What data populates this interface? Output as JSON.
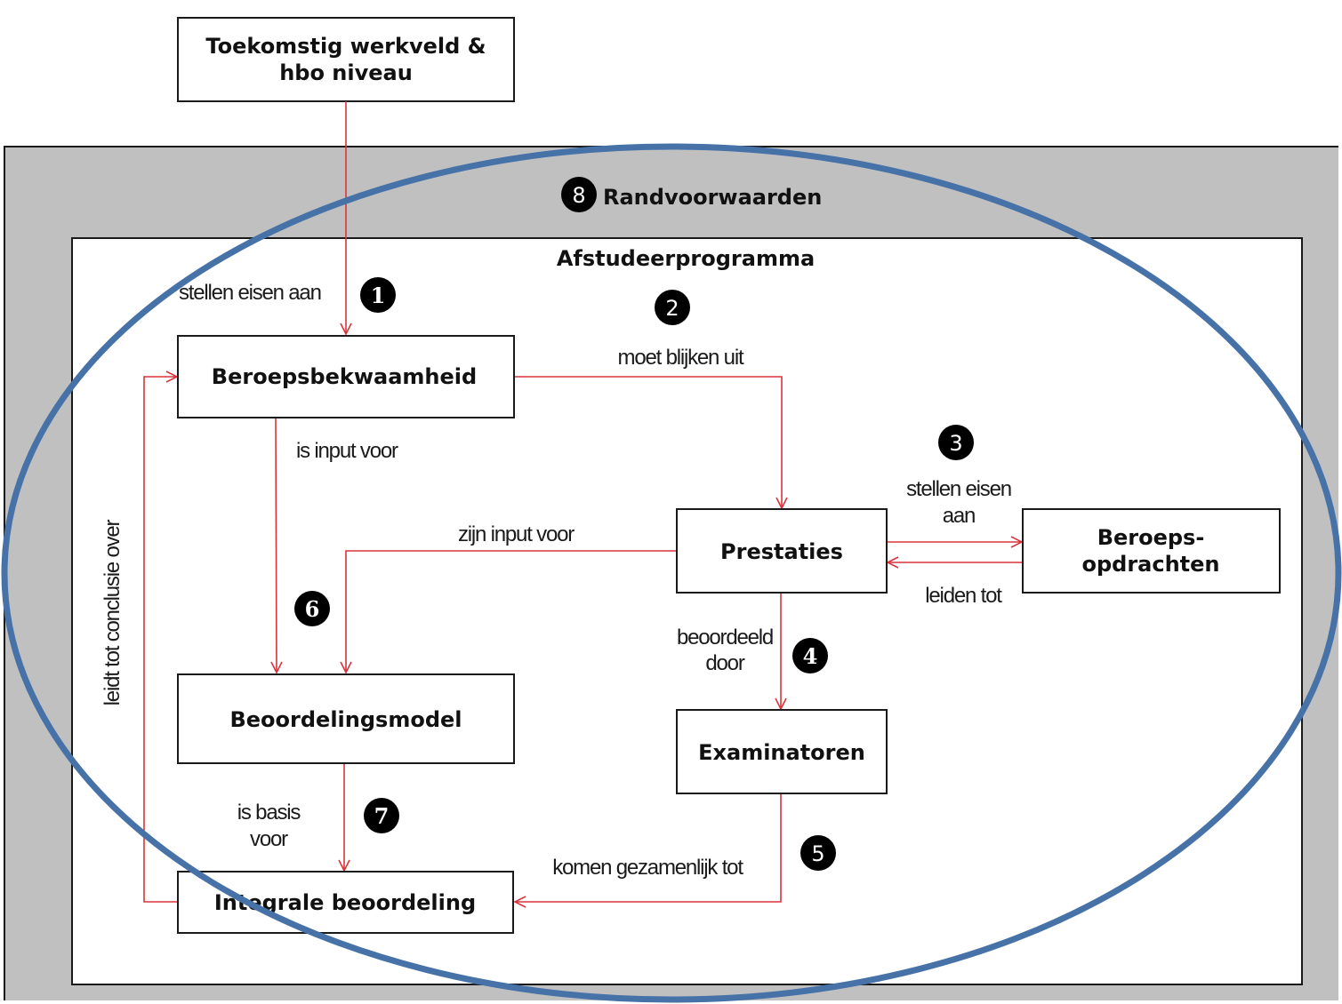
{
  "diagram": {
    "title_top": "Toekomstig werkveld & hbo niveau",
    "colors": {
      "arrow": "#d9343b",
      "ellipse": "#4672a8",
      "outer_fill": "#c0c0c0",
      "box_border": "#1a1a1a",
      "badge": "#000000"
    },
    "regions": {
      "outer_label": "Randvoorwaarden",
      "outer_badge": "8",
      "inner_label": "Afstudeerprogramma"
    },
    "nodes": {
      "toekomstig": {
        "lines": [
          "Toekomstig werkveld &",
          "hbo niveau"
        ]
      },
      "beroepsbekwaamheid": {
        "lines": [
          "Beroepsbekwaamheid"
        ]
      },
      "prestaties": {
        "lines": [
          "Prestaties"
        ]
      },
      "beroepsopdrachten": {
        "lines": [
          "Beroeps-",
          "opdrachten"
        ]
      },
      "beoordelingsmodel": {
        "lines": [
          "Beoordelingsmodel"
        ]
      },
      "examinatoren": {
        "lines": [
          "Examinatoren"
        ]
      },
      "integrale": {
        "lines": [
          "Integrale beoordeling"
        ]
      }
    },
    "edges": {
      "e1": {
        "from": "Toekomstig werkveld & hbo niveau",
        "to": "Beroepsbekwaamheid",
        "label": [
          "stellen eisen aan"
        ],
        "badge": "1"
      },
      "e2": {
        "from": "Beroepsbekwaamheid",
        "to": "Prestaties",
        "label": [
          "moet blijken uit"
        ],
        "badge": "2"
      },
      "e3a": {
        "from": "Prestaties",
        "to": "Beroeps-opdrachten",
        "label": [
          "stellen eisen",
          "aan"
        ],
        "badge": "3"
      },
      "e3b": {
        "from": "Beroeps-opdrachten",
        "to": "Prestaties",
        "label": [
          "leiden tot"
        ]
      },
      "e4": {
        "from": "Prestaties",
        "to": "Examinatoren",
        "label": [
          "beoordeeld",
          "door"
        ],
        "badge": "4"
      },
      "e5": {
        "from": "Examinatoren",
        "to": "Integrale beoordeling",
        "label": [
          "komen gezamenlijk tot"
        ],
        "badge": "5"
      },
      "e6a": {
        "from": "Beroepsbekwaamheid",
        "to": "Beoordelingsmodel",
        "label": [
          "is input voor"
        ],
        "badge": "6"
      },
      "e6b": {
        "from": "Prestaties",
        "to": "Beoordelingsmodel",
        "label": [
          "zijn input voor"
        ]
      },
      "e7": {
        "from": "Beoordelingsmodel",
        "to": "Integrale beoordeling",
        "label": [
          "is basis",
          "voor"
        ],
        "badge": "7"
      },
      "e8": {
        "from": "Integrale beoordeling",
        "to": "Beroepsbekwaamheid",
        "label": [
          "leidt tot conclusie over"
        ]
      }
    }
  }
}
